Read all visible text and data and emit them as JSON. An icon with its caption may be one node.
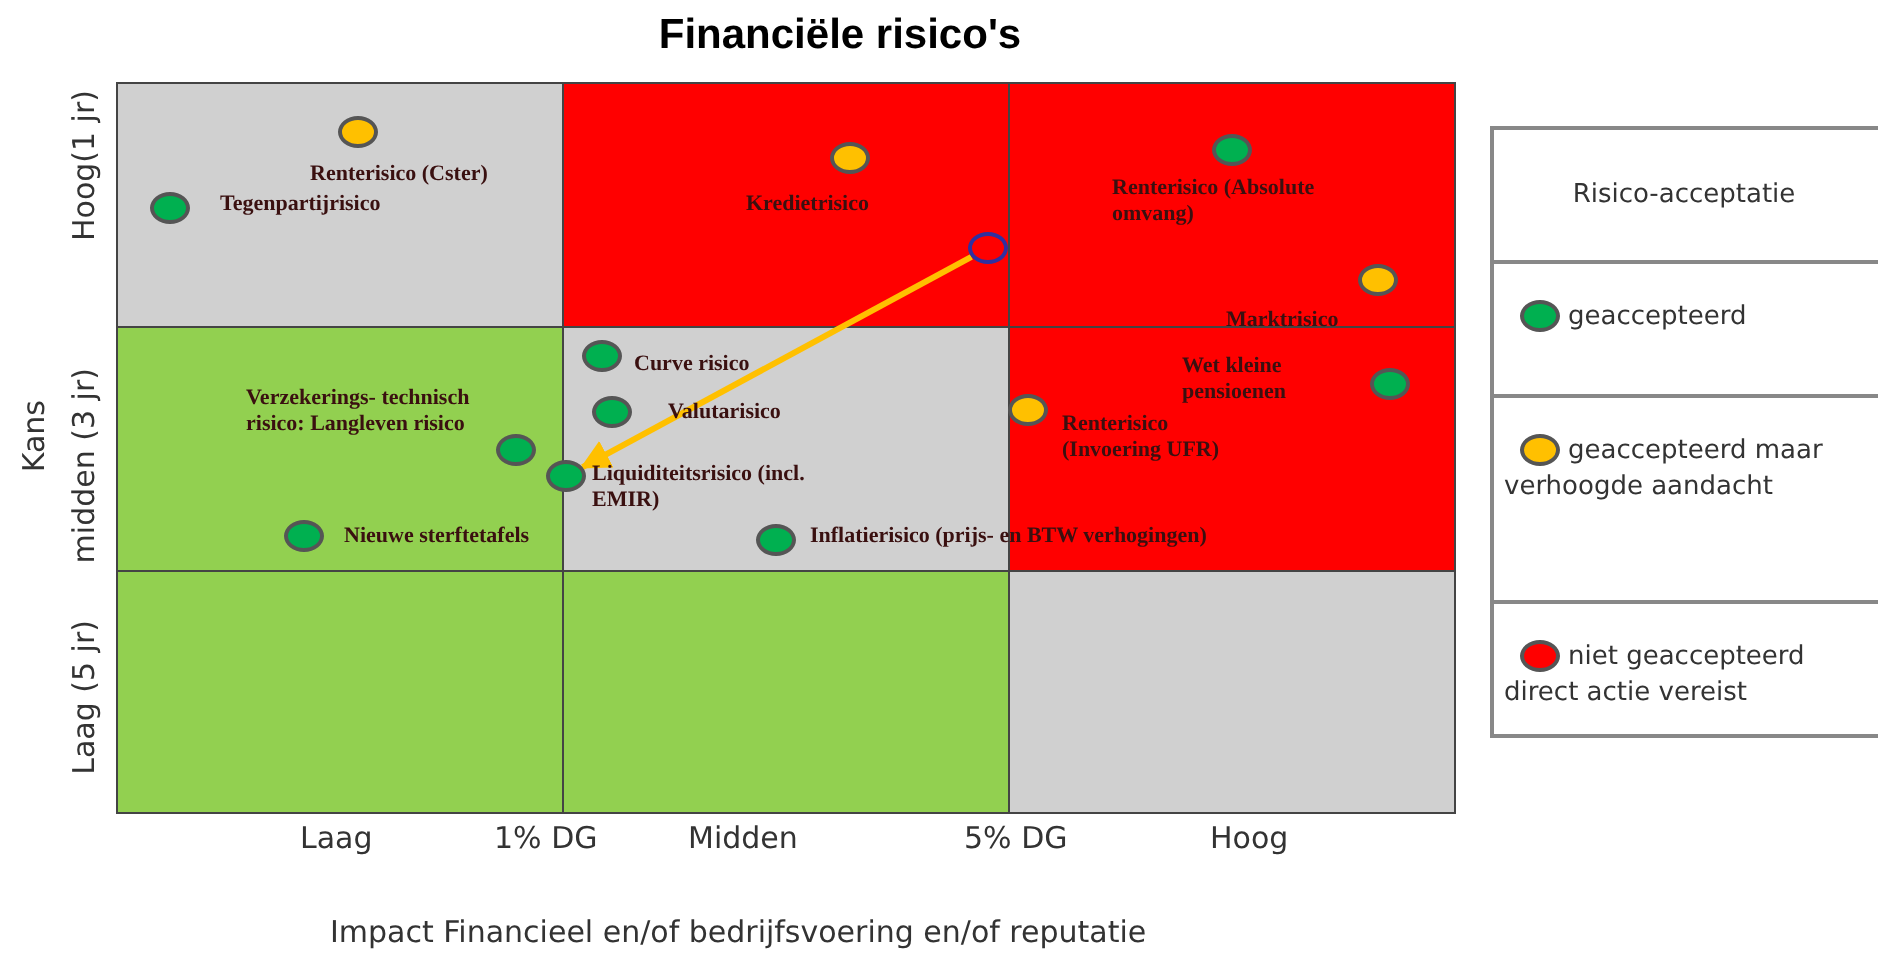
{
  "diagram": {
    "title": "Financiële risico's",
    "nodes": [
      {
        "text": [],
        "shape": "circle",
        "beside": [
          "Renterisico (Cster)"
        ]
      },
      {
        "text": [],
        "shape": "circle",
        "beside": [
          "Renterisico (Absolute omvang)"
        ]
      },
      {
        "text": [],
        "shape": "circle",
        "beside": [
          "Kredietrisico"
        ]
      },
      {
        "text": [],
        "shape": "circle",
        "beside": [
          "Tegenpartijrisico"
        ]
      },
      {
        "text": [],
        "shape": "circle"
      },
      {
        "text": [],
        "shape": "circle",
        "beside": [
          "Marktrisico"
        ]
      },
      {
        "text": [],
        "shape": "circle",
        "beside": [
          "Curve risico"
        ]
      },
      {
        "text": [],
        "shape": "circle",
        "beside": [
          "Wet kleine pensioenen"
        ]
      },
      {
        "text": [],
        "shape": "circle",
        "beside": [
          "Valutarisico"
        ]
      },
      {
        "text": [],
        "shape": "circle",
        "beside": [
          "Renterisico (Invoering UFR)"
        ]
      },
      {
        "text": [],
        "shape": "circle",
        "beside": [
          "Verzekerings- technisch risico: Langleven risico"
        ]
      },
      {
        "text": [],
        "shape": "circle",
        "beside": [
          "Liquiditeitsrisico (incl. EMIR)"
        ]
      },
      {
        "text": [],
        "shape": "circle",
        "beside": [
          "Nieuwe sterftetafels"
        ]
      },
      {
        "text": [],
        "shape": "circle",
        "beside": [
          "Inflatierisico (prijs- en BTW verhogingen)"
        ]
      }
    ],
    "edges": [
      {
        "from": 4,
        "to": 11,
        "arrow": "to",
        "color": "#ffc000"
      }
    ],
    "labels": [
      "Hoog(1 jr)",
      "Kans",
      "midden (3 jr)",
      "Laag (5 jr)",
      "Laag",
      "1% DG",
      "Midden",
      "5% DG",
      "Hoog",
      "Impact Financieel en/of bedrijfsvoering en/of reputatie",
      "Risico-acceptatie"
    ],
    "legend": [
      {
        "text": "geaccepteerd",
        "color": "#00b050"
      },
      {
        "text": "geaccepteerd maar verhoogde aandacht",
        "color": "#ffc000"
      },
      {
        "text": "niet geaccepteerd direct actie vereist",
        "color": "#ff0000"
      }
    ]
  }
}
